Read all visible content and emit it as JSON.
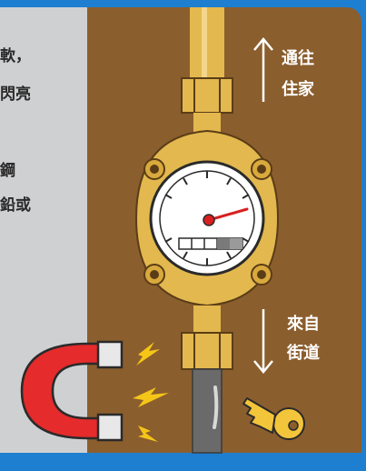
{
  "left_text": {
    "line1": "軟，",
    "line2": "閃亮",
    "line3": "鋼",
    "line4": "鉛或"
  },
  "pipe_labels": {
    "top": [
      "通往",
      "住家"
    ],
    "bottom": [
      "來自",
      "街道"
    ]
  },
  "colors": {
    "background_blue": "#1e7fd0",
    "panel_grey": "#cfd0d2",
    "dirt_brown": "#8b5e2e",
    "brass": "#e3b84f",
    "magnet_red": "#e52b2b"
  }
}
